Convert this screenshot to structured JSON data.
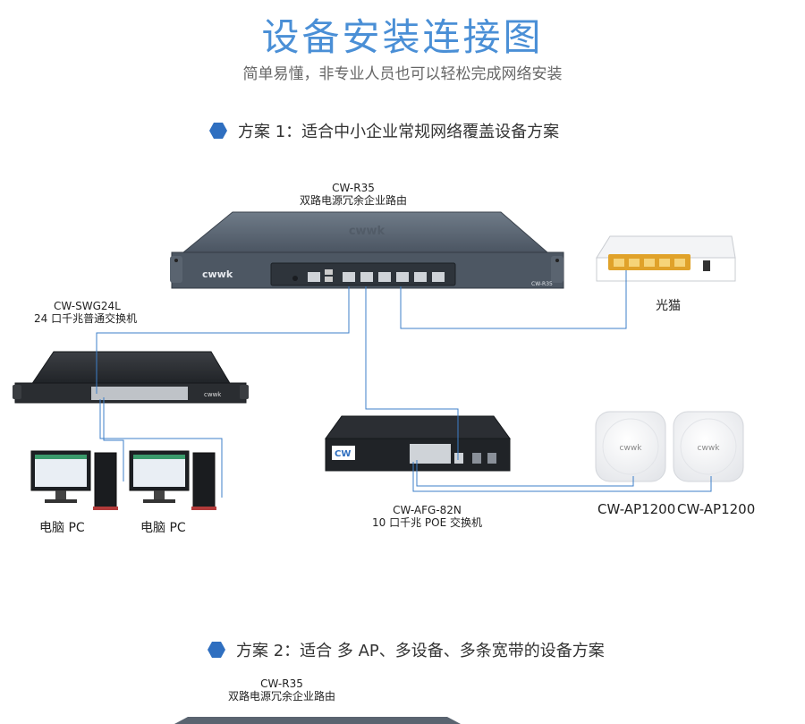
{
  "header": {
    "title": "设备安装连接图",
    "subtitle": "简单易懂，非专业人员也可以轻松完成网络安装"
  },
  "plan1": {
    "heading": "方案 1：适合中小企业常规网络覆盖设备方案",
    "router": {
      "model": "CW-R35",
      "desc": "双路电源冗余企业路由",
      "brand": "cwwk",
      "front_label": "CW-R35"
    },
    "switch": {
      "model": "CW-SWG24L",
      "desc": "24 口千兆普通交换机"
    },
    "modem": {
      "name": "光猫"
    },
    "poe": {
      "model": "CW-AFG-82N",
      "desc": "10 口千兆 POE 交换机"
    },
    "pcs": [
      {
        "name": "电脑 PC"
      },
      {
        "name": "电脑 PC"
      }
    ],
    "aps": [
      {
        "name": "CW-AP1200"
      },
      {
        "name": "CW-AP1200"
      }
    ]
  },
  "plan2": {
    "heading": "方案 2：适合 多 AP、多设备、多条宽带的设备方案",
    "router": {
      "model": "CW-R35",
      "desc": "双路电源冗余企业路由"
    }
  },
  "colors": {
    "title": "#4a8fd6",
    "accent": "#2f6fc0",
    "wire": "#3d7fc9"
  }
}
